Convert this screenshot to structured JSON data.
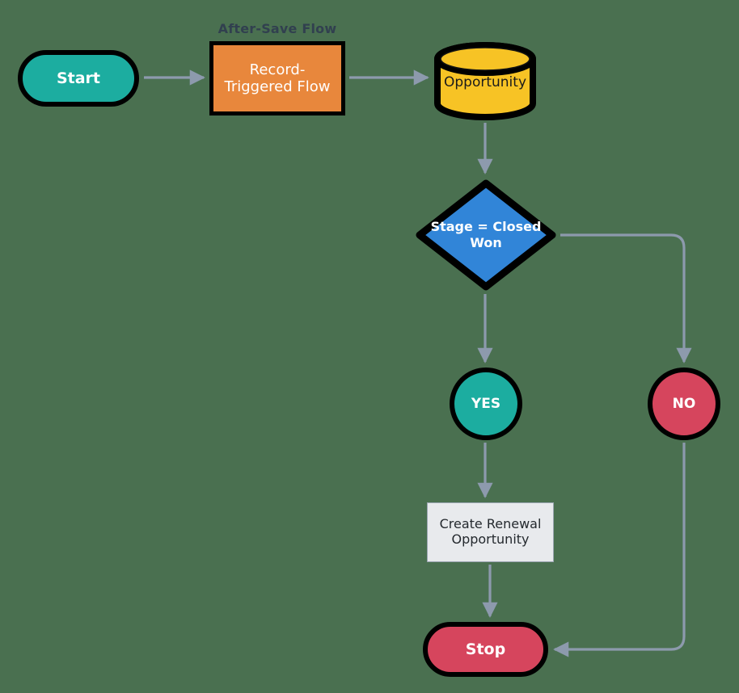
{
  "diagram": {
    "title": "Record-Triggered Flow renewal opportunity flowchart",
    "background_color": "#4a7050",
    "edge_color": "#8d9aad",
    "outline_color": "#000000"
  },
  "annotations": {
    "after_save_flow": "After-Save Flow"
  },
  "nodes": {
    "start": {
      "label": "Start",
      "shape": "pill",
      "color": "#1cada0"
    },
    "flow": {
      "label": "Record-\nTriggered Flow",
      "line1": "Record-",
      "line2": "Triggered Flow",
      "shape": "rectangle",
      "color": "#e8873c"
    },
    "database": {
      "label": "Opportunity",
      "shape": "cylinder",
      "color": "#f7c325"
    },
    "decision": {
      "label": "Stage = Closed Won",
      "line1": "Stage = Closed",
      "line2": "Won",
      "shape": "diamond",
      "color": "#3185d8"
    },
    "yes": {
      "label": "YES",
      "shape": "circle",
      "color": "#1cada0"
    },
    "no": {
      "label": "NO",
      "shape": "circle",
      "color": "#d6455d"
    },
    "action": {
      "label": "Create Renewal Opportunity",
      "line1": "Create Renewal",
      "line2": "Opportunity",
      "shape": "rectangle",
      "color": "#e8eaed"
    },
    "stop": {
      "label": "Stop",
      "shape": "pill",
      "color": "#d6455d"
    }
  },
  "edges": [
    {
      "from": "start",
      "to": "flow",
      "label": ""
    },
    {
      "from": "flow",
      "to": "database",
      "label": ""
    },
    {
      "from": "database",
      "to": "decision",
      "label": ""
    },
    {
      "from": "decision",
      "to": "yes",
      "label": ""
    },
    {
      "from": "decision",
      "to": "no",
      "label": ""
    },
    {
      "from": "yes",
      "to": "action",
      "label": ""
    },
    {
      "from": "action",
      "to": "stop",
      "label": ""
    },
    {
      "from": "no",
      "to": "stop",
      "label": ""
    }
  ]
}
